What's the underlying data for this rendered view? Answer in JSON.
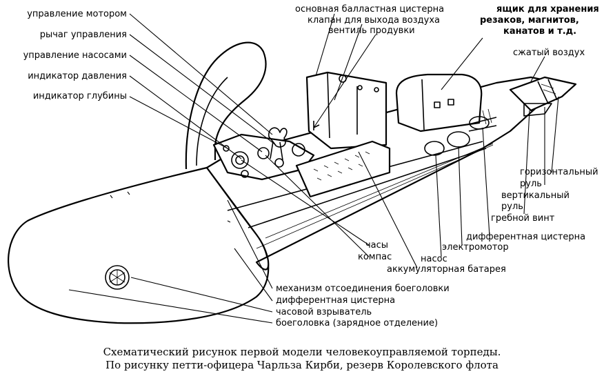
{
  "labels": {
    "engine_control": "управление мотором",
    "control_lever": "рычаг управления",
    "pump_control": "управление насосами",
    "pressure_indicator": "индикатор давления",
    "depth_indicator": "индикатор глубины",
    "main_ballast_tank": "основная балластная цистерна",
    "air_release_valve": "клапан для выхода воздуха",
    "blow_valve": "вентиль продувки",
    "storage_box_1": "ящик для хранения",
    "storage_box_2": "резаков, магнитов,",
    "storage_box_3": "канатов и т.д.",
    "compressed_air": "сжатый воздух",
    "horizontal_rudder_1": "горизонтальный",
    "horizontal_rudder_2": "руль",
    "vertical_rudder_1": "вертикальный",
    "vertical_rudder_2": "руль",
    "propeller": "гребной винт",
    "trim_tank_aft": "дифферентная цистерна",
    "electric_motor": "электромотор",
    "pump": "насос",
    "battery": "аккумуляторная батарея",
    "clock": "часы",
    "compass": "компас",
    "warhead_release": "механизм отсоединения боеголовки",
    "trim_tank_fwd": "дифферентная цистерна",
    "time_fuse": "часовой взрыватель",
    "warhead": "боеголовка (зарядное отделение)"
  },
  "caption": {
    "line1": "Схематический рисунок первой модели человекоуправляемой торпеды.",
    "line2": "По рисунку петти-офицера Чарльза Кирби, резерв Королевского флота"
  }
}
